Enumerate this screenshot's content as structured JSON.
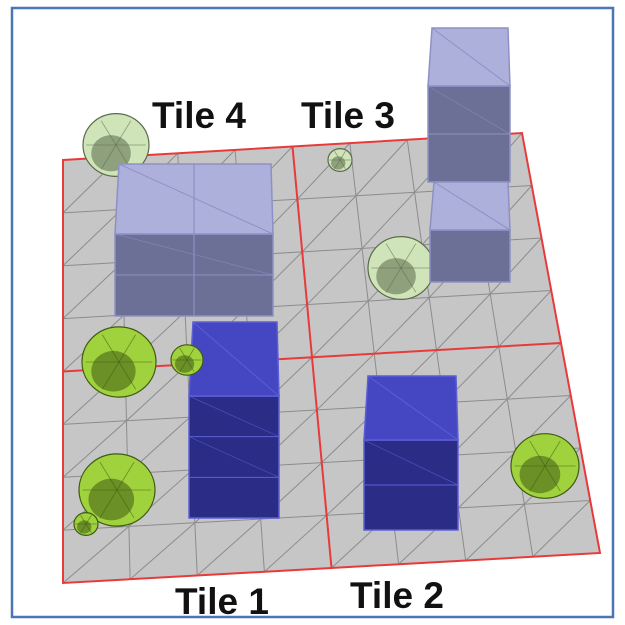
{
  "tiles": [
    {
      "id": "tile-1",
      "label": "Tile 1"
    },
    {
      "id": "tile-2",
      "label": "Tile 2"
    },
    {
      "id": "tile-3",
      "label": "Tile 3"
    },
    {
      "id": "tile-4",
      "label": "Tile 4"
    }
  ],
  "colors": {
    "frame": "#4a76b8",
    "ground": "#c6c6c6",
    "ground_mesh": "#8c8c8c",
    "tile_border": "#e83a3a",
    "building_light": "#aeb0dc",
    "building_light_dark": "#6c6f96",
    "building_dark": "#4547c2",
    "building_dark_side": "#2b2c86",
    "tree_light": "#cfe4b8",
    "tree_light_shadow": "#5a6a4a",
    "tree_bright": "#9fd23c",
    "tree_bright_shadow": "#3f5a14"
  }
}
